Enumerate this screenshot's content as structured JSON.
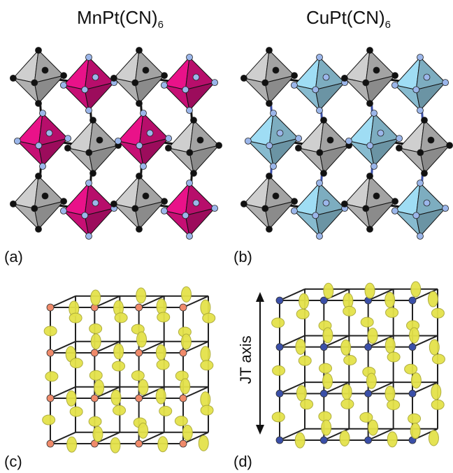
{
  "panels": {
    "a": {
      "label": "(a)",
      "title": "MnPt(CN)",
      "title_sub": "6"
    },
    "b": {
      "label": "(b)",
      "title": "CuPt(CN)",
      "title_sub": "6"
    },
    "c": {
      "label": "(c)"
    },
    "d": {
      "label": "(d)",
      "axis_label": "JT axis"
    }
  },
  "colors": {
    "mn_octahedron": "#d0107a",
    "cu_octahedron": "#8ec5da",
    "pt_octahedron": "#b9b9b9",
    "carbon_atom": "#111111",
    "nitrogen_atom": "#9bb6ea",
    "density_isosurface": "#e4e24a",
    "jt_bond": "#3a4fa8"
  }
}
